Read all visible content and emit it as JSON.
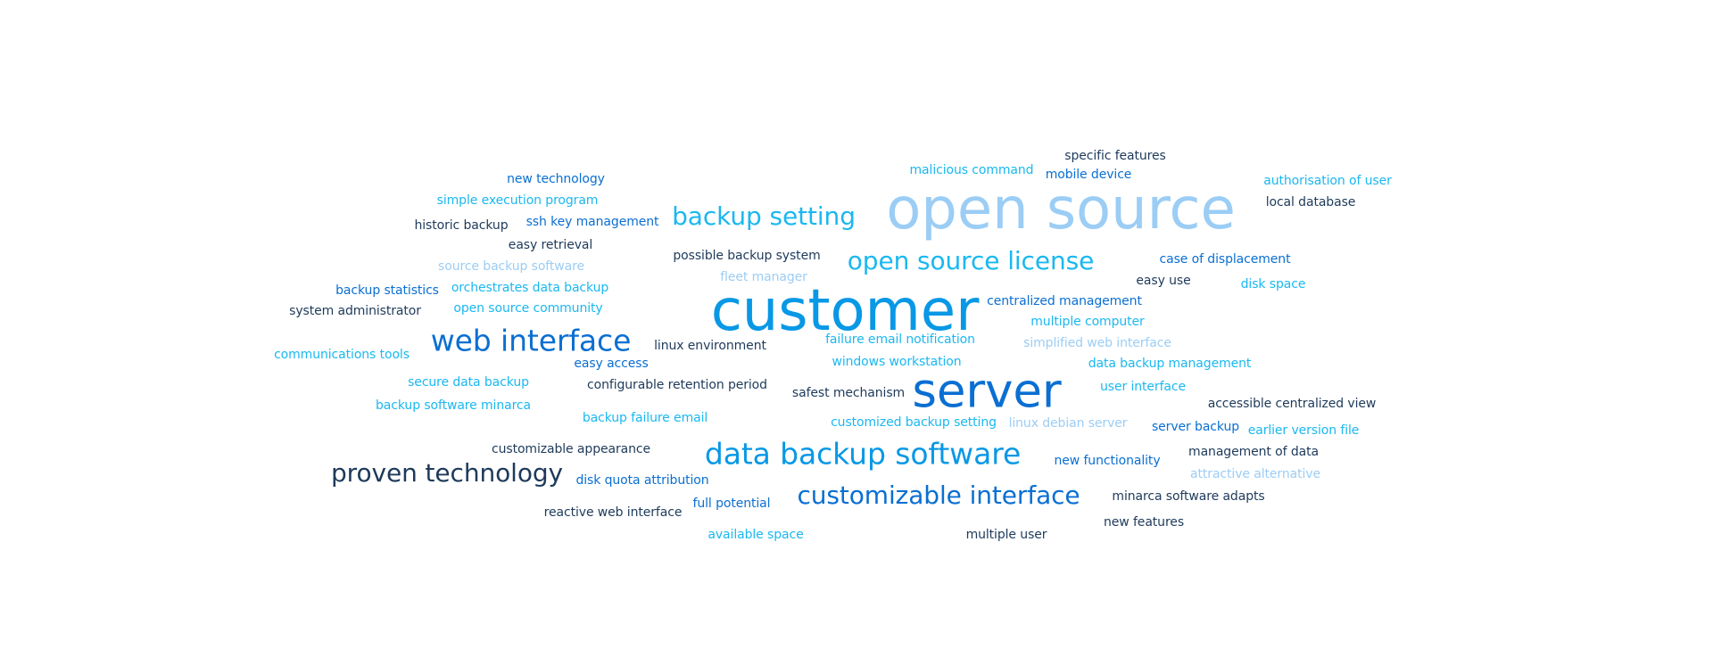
{
  "colors": {
    "navy": "#1e3a5a",
    "blue": "#0a6fd2",
    "azure": "#0898e6",
    "cyan": "#1ab8f0",
    "light": "#9bcdf5"
  },
  "words": [
    {
      "text": "open source",
      "color": "light"
    },
    {
      "text": "customer",
      "color": "azure"
    },
    {
      "text": "server",
      "color": "blue"
    },
    {
      "text": "web interface",
      "color": "blue"
    },
    {
      "text": "data backup software",
      "color": "azure"
    },
    {
      "text": "backup setting",
      "color": "cyan"
    },
    {
      "text": "open source license",
      "color": "cyan"
    },
    {
      "text": "proven technology",
      "color": "navy"
    },
    {
      "text": "customizable interface",
      "color": "blue"
    },
    {
      "text": "specific features",
      "color": "navy"
    },
    {
      "text": "malicious command",
      "color": "cyan"
    },
    {
      "text": "mobile device",
      "color": "blue"
    },
    {
      "text": "authorisation of user",
      "color": "cyan"
    },
    {
      "text": "local database",
      "color": "navy"
    },
    {
      "text": "new technology",
      "color": "blue"
    },
    {
      "text": "simple execution program",
      "color": "cyan"
    },
    {
      "text": "ssh key management",
      "color": "blue"
    },
    {
      "text": "historic backup",
      "color": "navy"
    },
    {
      "text": "easy retrieval",
      "color": "navy"
    },
    {
      "text": "possible backup system",
      "color": "navy"
    },
    {
      "text": "case of displacement",
      "color": "blue"
    },
    {
      "text": "source backup software",
      "color": "light"
    },
    {
      "text": "fleet manager",
      "color": "light"
    },
    {
      "text": "easy use",
      "color": "navy"
    },
    {
      "text": "disk space",
      "color": "cyan"
    },
    {
      "text": "backup statistics",
      "color": "blue"
    },
    {
      "text": "orchestrates data backup",
      "color": "cyan"
    },
    {
      "text": "centralized management",
      "color": "blue"
    },
    {
      "text": "system administrator",
      "color": "navy"
    },
    {
      "text": "open source community",
      "color": "cyan"
    },
    {
      "text": "multiple computer",
      "color": "cyan"
    },
    {
      "text": "failure email notification",
      "color": "cyan"
    },
    {
      "text": "simplified web interface",
      "color": "light"
    },
    {
      "text": "linux environment",
      "color": "navy"
    },
    {
      "text": "communications tools",
      "color": "cyan"
    },
    {
      "text": "windows workstation",
      "color": "cyan"
    },
    {
      "text": "data backup management",
      "color": "cyan"
    },
    {
      "text": "easy access",
      "color": "blue"
    },
    {
      "text": "secure data backup",
      "color": "cyan"
    },
    {
      "text": "configurable retention period",
      "color": "navy"
    },
    {
      "text": "user interface",
      "color": "cyan"
    },
    {
      "text": "safest mechanism",
      "color": "navy"
    },
    {
      "text": "backup software minarca",
      "color": "cyan"
    },
    {
      "text": "accessible centralized view",
      "color": "navy"
    },
    {
      "text": "backup failure email",
      "color": "cyan"
    },
    {
      "text": "customized backup setting",
      "color": "cyan"
    },
    {
      "text": "linux debian server",
      "color": "light"
    },
    {
      "text": "server backup",
      "color": "blue"
    },
    {
      "text": "earlier version file",
      "color": "cyan"
    },
    {
      "text": "customizable appearance",
      "color": "navy"
    },
    {
      "text": "management of data",
      "color": "navy"
    },
    {
      "text": "new functionality",
      "color": "blue"
    },
    {
      "text": "attractive alternative",
      "color": "light"
    },
    {
      "text": "disk quota attribution",
      "color": "blue"
    },
    {
      "text": "minarca software adapts",
      "color": "navy"
    },
    {
      "text": "full potential",
      "color": "blue"
    },
    {
      "text": "reactive web interface",
      "color": "navy"
    },
    {
      "text": "new features",
      "color": "navy"
    },
    {
      "text": "available space",
      "color": "cyan"
    },
    {
      "text": "multiple user",
      "color": "navy"
    }
  ]
}
